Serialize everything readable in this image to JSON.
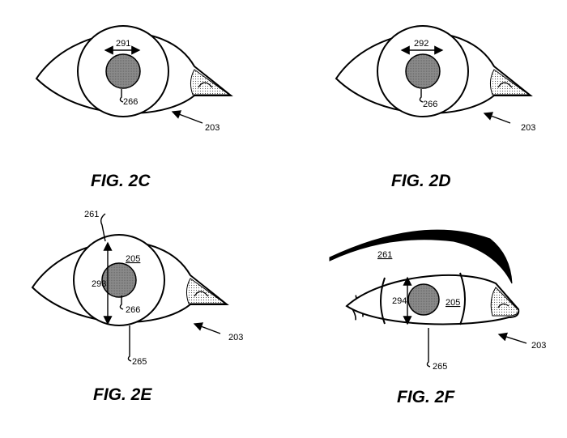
{
  "figures": [
    {
      "caption": "FIG. 2C",
      "labels": {
        "width": "291",
        "pupil": "266",
        "eye": "203"
      }
    },
    {
      "caption": "FIG. 2D",
      "labels": {
        "width": "292",
        "pupil": "266",
        "eye": "203"
      }
    },
    {
      "caption": "FIG. 2E",
      "labels": {
        "upper_lid": "261",
        "iris": "205",
        "height": "293",
        "pupil": "266",
        "lower_lid": "265",
        "eye": "203"
      }
    },
    {
      "caption": "FIG. 2F",
      "labels": {
        "upper_lid": "261",
        "height": "294",
        "iris": "205",
        "lower_lid": "265",
        "eye": "203"
      }
    }
  ],
  "colors": {
    "pupil": "#8a8a8a",
    "ink": "#000000"
  }
}
